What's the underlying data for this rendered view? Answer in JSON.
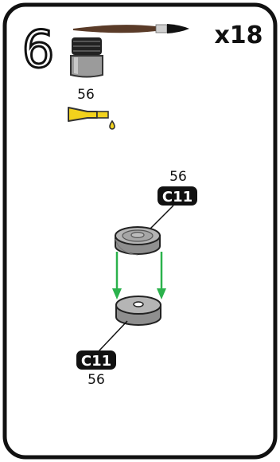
{
  "step": {
    "number": "6",
    "quantity": "x18"
  },
  "paint": {
    "pot_code": "56",
    "top_part_paint": "56",
    "bottom_part_paint": "56"
  },
  "parts": {
    "top_label": "C11",
    "bottom_label": "C11"
  },
  "colors": {
    "frame": "#111111",
    "arrow": "#2bb24c",
    "glue": "#f2d21c",
    "part_grey": "#9a9a9a",
    "brush_handle": "#5a3b28"
  },
  "icons": {
    "brush": "paintbrush-icon",
    "pot": "paint-pot-icon",
    "glue": "glue-tube-icon"
  }
}
